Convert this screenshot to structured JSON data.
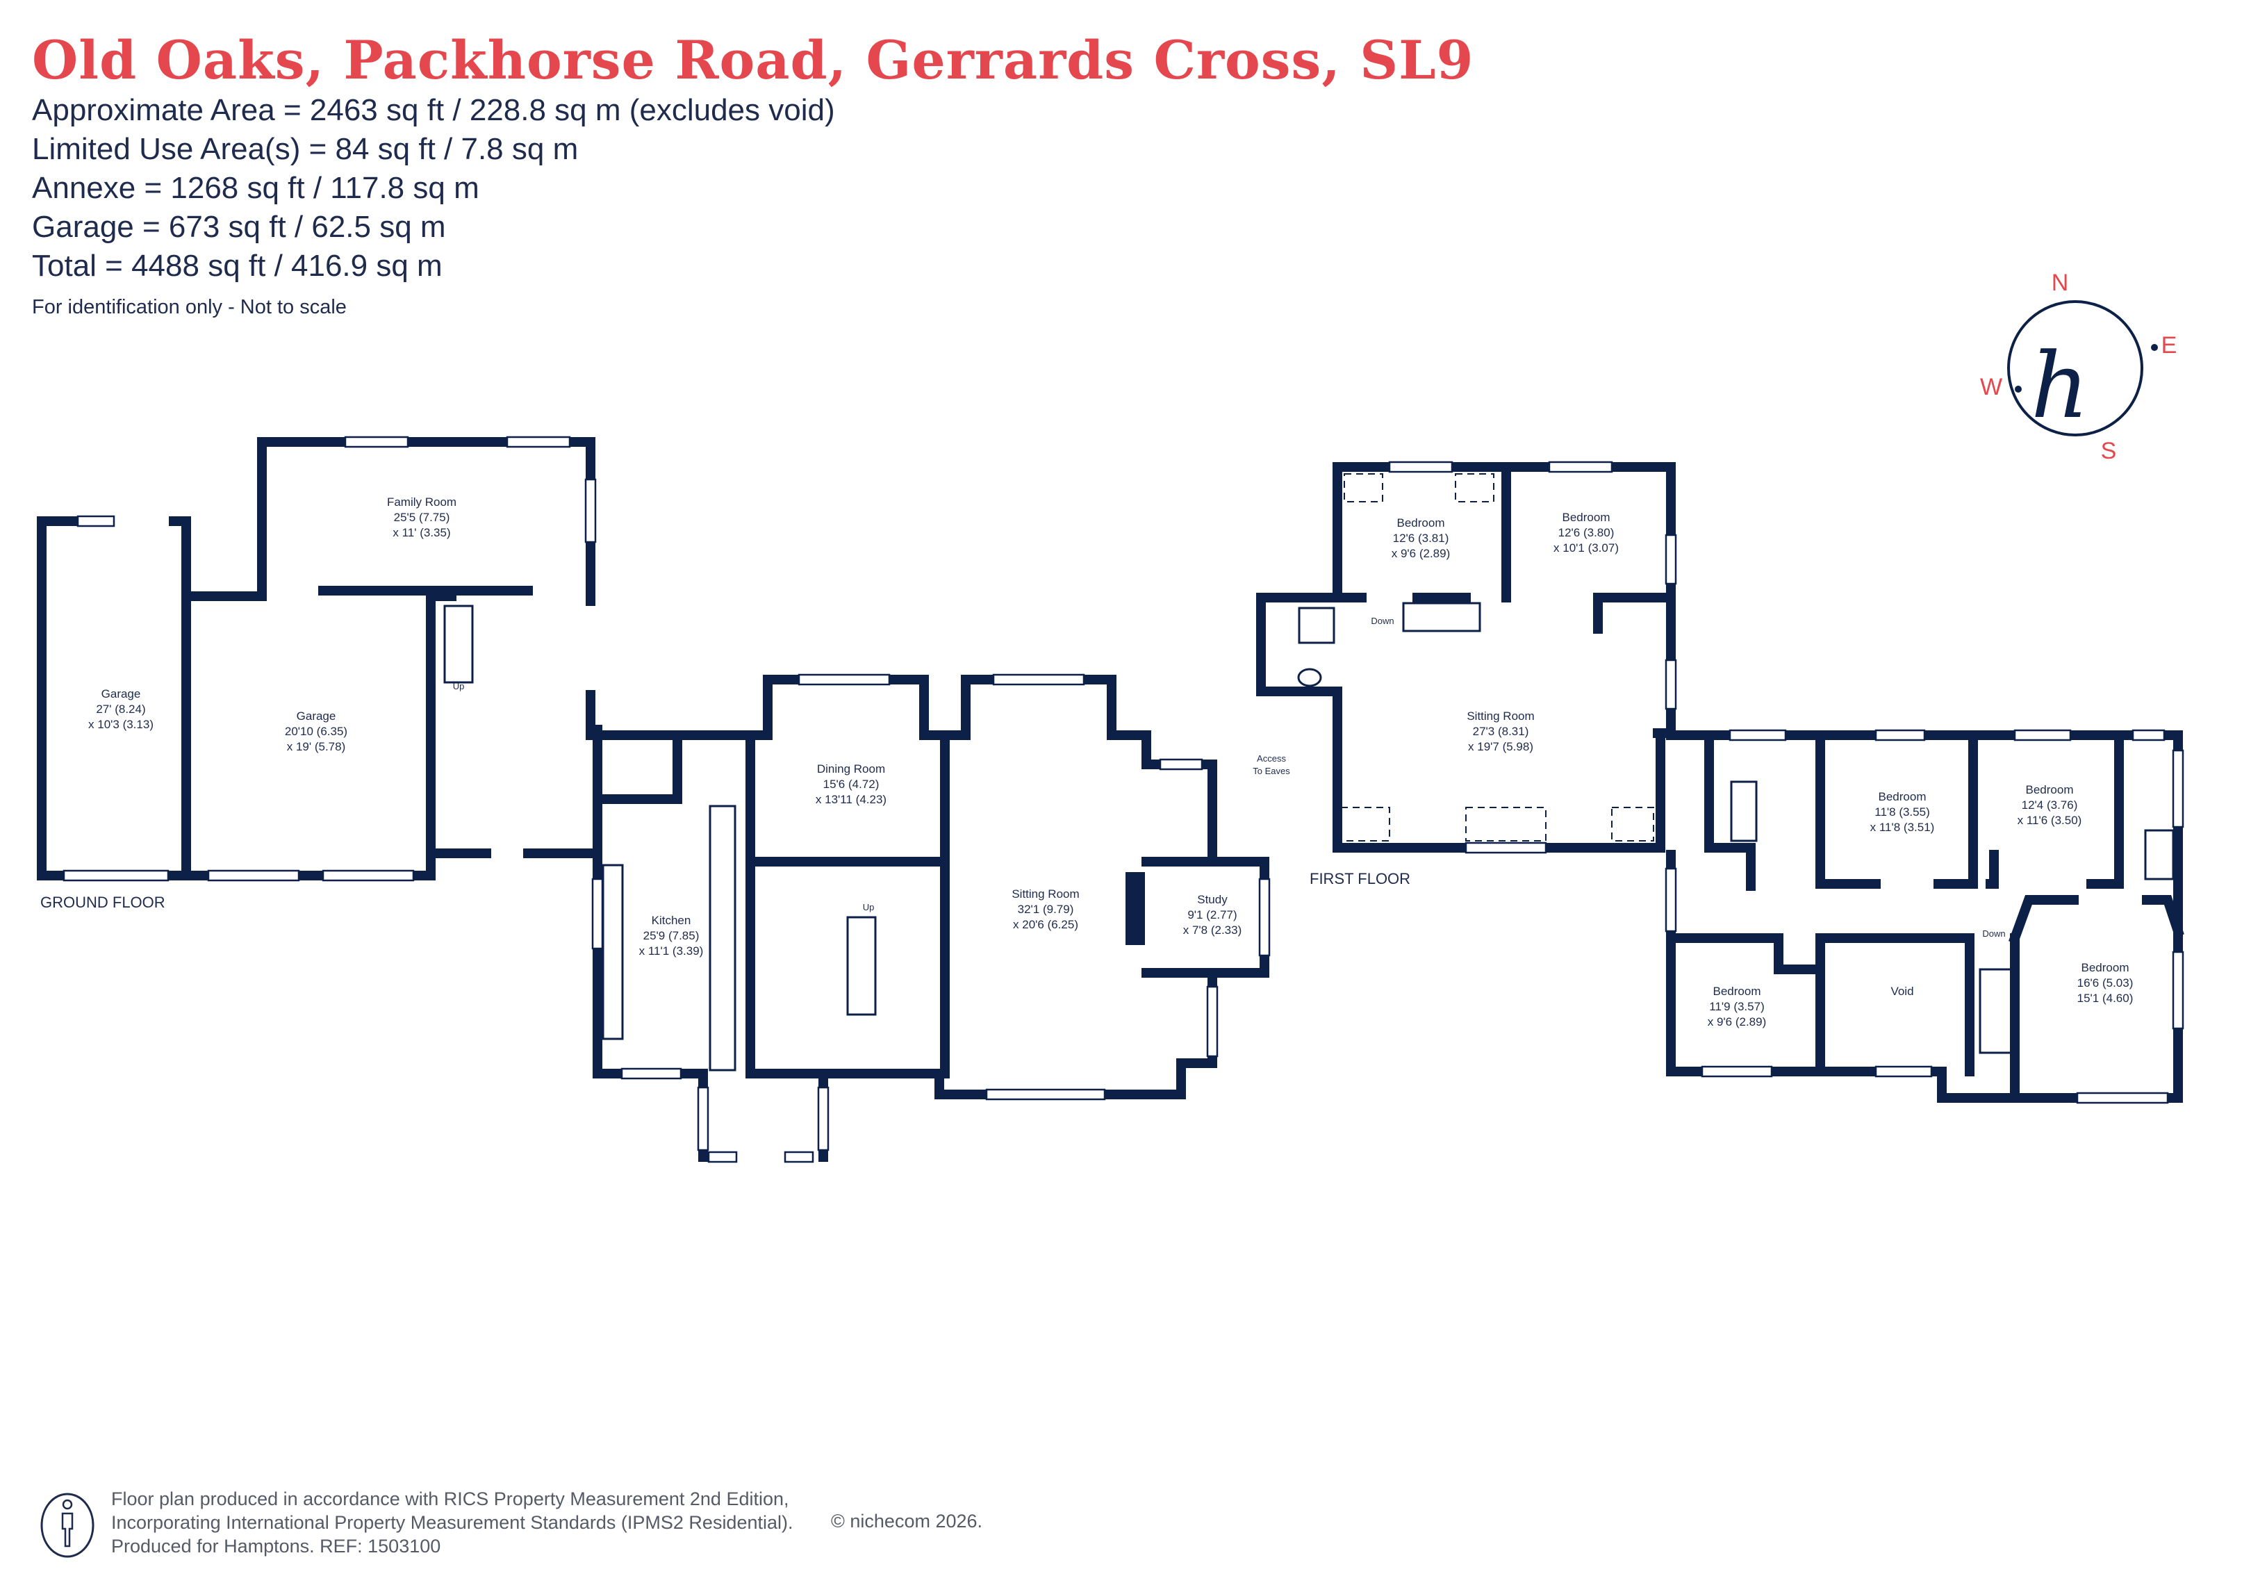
{
  "header": {
    "title": "Old Oaks, Packhorse Road, Gerrards Cross, SL9",
    "areas": [
      "Approximate Area = 2463 sq ft / 228.8 sq m (excludes void)",
      "Limited Use Area(s) = 84 sq ft / 7.8 sq m",
      "Annexe = 1268 sq ft / 117.8 sq m",
      "Garage = 673 sq ft / 62.5 sq m",
      "Total = 4488 sq ft / 416.9 sq m"
    ],
    "identification": "For identification only - Not to scale"
  },
  "compass": {
    "n": "N",
    "e": "E",
    "s": "S",
    "w": "W",
    "logo": "h"
  },
  "floors": {
    "ground": "GROUND FLOOR",
    "first": "FIRST FLOOR"
  },
  "rooms": {
    "garage1": {
      "name": "Garage",
      "dim1": "27' (8.24)",
      "dim2": "x 10'3 (3.13)"
    },
    "garage2": {
      "name": "Garage",
      "dim1": "20'10 (6.35)",
      "dim2": "x 19' (5.78)"
    },
    "family": {
      "name": "Family Room",
      "dim1": "25'5 (7.75)",
      "dim2": "x 11' (3.35)"
    },
    "dining": {
      "name": "Dining Room",
      "dim1": "15'6 (4.72)",
      "dim2": "x 13'11 (4.23)"
    },
    "kitchen": {
      "name": "Kitchen",
      "dim1": "25'9 (7.85)",
      "dim2": "x 11'1 (3.39)"
    },
    "sitting_ground": {
      "name": "Sitting Room",
      "dim1": "32'1 (9.79)",
      "dim2": "x 20'6 (6.25)"
    },
    "study": {
      "name": "Study",
      "dim1": "9'1 (2.77)",
      "dim2": "x 7'8 (2.33)"
    },
    "bed1": {
      "name": "Bedroom",
      "dim1": "12'6 (3.81)",
      "dim2": "x 9'6 (2.89)"
    },
    "bed2": {
      "name": "Bedroom",
      "dim1": "12'6 (3.80)",
      "dim2": "x 10'1 (3.07)"
    },
    "sitting_first": {
      "name": "Sitting Room",
      "dim1": "27'3 (8.31)",
      "dim2": "x 19'7 (5.98)"
    },
    "bed3": {
      "name": "Bedroom",
      "dim1": "11'8 (3.55)",
      "dim2": "x 11'8 (3.51)"
    },
    "bed4": {
      "name": "Bedroom",
      "dim1": "12'4 (3.76)",
      "dim2": "x 11'6 (3.50)"
    },
    "bed5": {
      "name": "Bedroom",
      "dim1": "11'9 (3.57)",
      "dim2": "x 9'6 (2.89)"
    },
    "bed6": {
      "name": "Bedroom",
      "dim1": "16'6 (5.03)",
      "dim2": "15'1 (4.60)"
    },
    "void": {
      "name": "Void"
    }
  },
  "labels": {
    "up": "Up",
    "down": "Down",
    "access1": "Access",
    "access2": "To Eaves"
  },
  "footer": {
    "line1": "Floor plan produced in accordance with RICS Property Measurement 2nd Edition,",
    "line2": "Incorporating International Property Measurement Standards (IPMS2 Residential).",
    "line3": "Produced for Hamptons.   REF:  1503100",
    "copyright": "© nichecom 2026."
  },
  "colors": {
    "accent": "#e4474d",
    "wall": "#0d2148",
    "text": "#1f2b4d"
  }
}
